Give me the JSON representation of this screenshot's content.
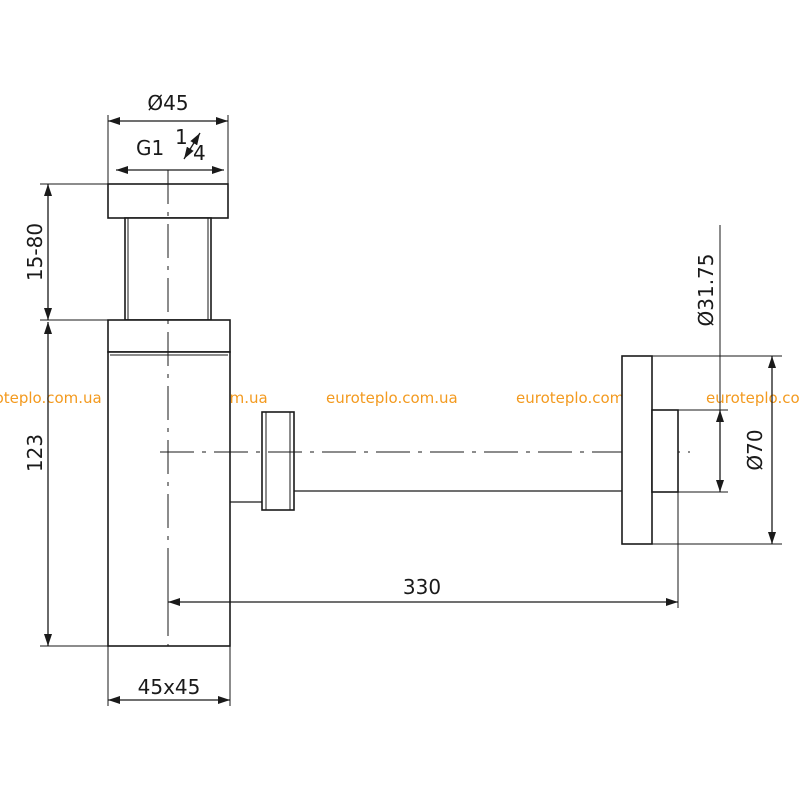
{
  "dimensions": {
    "top_diameter": "Ø45",
    "thread_label": "G1",
    "thread_fraction_top": "1",
    "thread_fraction_bottom": "4",
    "height_adjust": "15-80",
    "body_height": "123",
    "body_section": "45x45",
    "horizontal_length": "330",
    "wall_pipe_diameter": "Ø31.75",
    "wall_flange_diameter": "Ø70"
  },
  "watermark": {
    "text": "euroteplo.com.ua",
    "color": "#f39a1f"
  }
}
